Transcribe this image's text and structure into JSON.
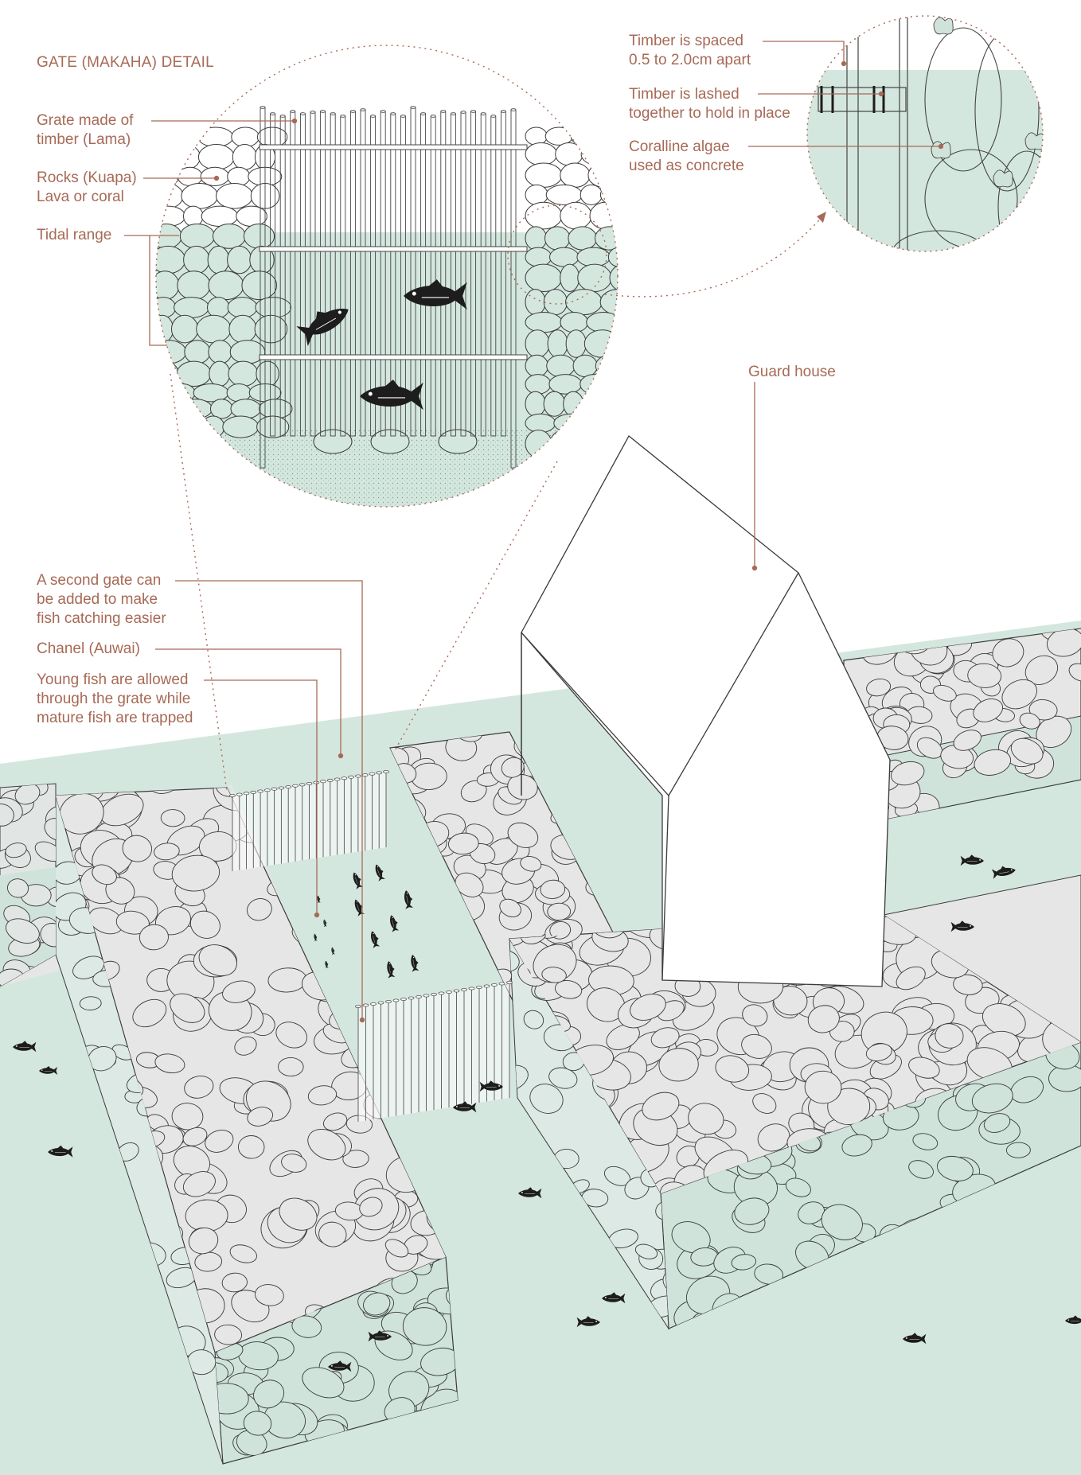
{
  "title": "GATE (MAKAHA) DETAIL",
  "labels": {
    "grate": [
      "Grate made of",
      "timber (Lama)"
    ],
    "rocks": [
      "Rocks (Kuapa)",
      "Lava or coral"
    ],
    "tidal": [
      "Tidal range"
    ],
    "spacing": [
      "Timber is spaced",
      "0.5 to 2.0cm apart"
    ],
    "lashed": [
      "Timber is lashed",
      "together to hold in place"
    ],
    "algae": [
      "Coralline algae",
      "used as concrete"
    ],
    "guard": [
      "Guard house"
    ],
    "second_gate": [
      "A second gate can",
      "be added to make",
      "fish catching easier"
    ],
    "channel": [
      "Chanel (Auwai)"
    ],
    "young_fish": [
      "Young fish are allowed",
      "through the grate while",
      "mature fish are trapped"
    ]
  },
  "colors": {
    "water": "#d4e7df",
    "water_deep": "#c3ddd2",
    "accent": "#a76a56",
    "line": "#3a3a3a",
    "rock": "#e6e6e6",
    "rock_wet": "#cfe3da"
  },
  "icons": [
    "fish-icon",
    "rock-icon",
    "timber-grate-icon",
    "guard-house-icon"
  ]
}
